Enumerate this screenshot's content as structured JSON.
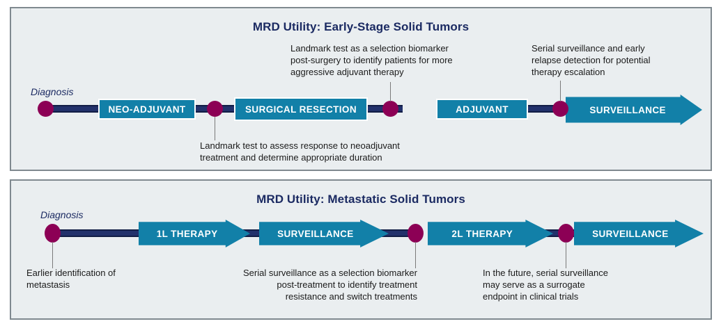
{
  "figure": {
    "colors": {
      "panel_fill": "#eaeef0",
      "panel_border": "#7f898f",
      "title_navy": "#1b2a62",
      "stage_teal": "#1280a8",
      "dot_magenta": "#8c0055",
      "connector_navy": "#22316b",
      "leader_gray": "#7a7a7a",
      "page_background": "#ffffff"
    }
  },
  "panels": [
    {
      "id": "early-stage",
      "title": "MRD Utility: Early-Stage Solid Tumors",
      "diagnosis_label": "Diagnosis",
      "stages": [
        {
          "label": "NEO-ADJUVANT",
          "shape": "rect"
        },
        {
          "label": "SURGICAL RESECTION",
          "shape": "rect"
        },
        {
          "label": "ADJUVANT",
          "shape": "rect"
        },
        {
          "label": "SURVEILLANCE",
          "shape": "arrow"
        }
      ],
      "callouts": [
        {
          "id": "post-surgery-biomarker",
          "align": "left",
          "lines": [
            "Landmark test as a selection biomarker",
            "post-surgery to identify patients for more",
            "aggressive adjuvant therapy"
          ]
        },
        {
          "id": "serial-surveillance-relapse",
          "align": "left",
          "lines": [
            "Serial surveillance and early",
            "relapse detection for potential",
            "therapy escalation"
          ]
        },
        {
          "id": "neoadjuvant-response",
          "align": "left",
          "lines": [
            "Landmark test to assess response to neoadjuvant",
            "treatment and determine appropriate duration"
          ]
        }
      ]
    },
    {
      "id": "metastatic",
      "title": "MRD Utility: Metastatic Solid Tumors",
      "diagnosis_label": "Diagnosis",
      "stages": [
        {
          "label": "1L THERAPY",
          "shape": "arrow"
        },
        {
          "label": "SURVEILLANCE",
          "shape": "arrow"
        },
        {
          "label": "2L THERAPY",
          "shape": "arrow"
        },
        {
          "label": "SURVEILLANCE",
          "shape": "arrow"
        }
      ],
      "callouts": [
        {
          "id": "earlier-identification",
          "align": "left",
          "lines": [
            "Earlier identification of",
            "metastasis"
          ]
        },
        {
          "id": "serial-surveillance-selection",
          "align": "right",
          "lines": [
            "Serial surveillance as a selection biomarker",
            "post-treatment to identify treatment",
            "resistance and switch treatments"
          ]
        },
        {
          "id": "surrogate-endpoint",
          "align": "left",
          "lines": [
            "In the future, serial surveillance",
            "may serve as a surrogate",
            "endpoint in clinical trials"
          ]
        }
      ]
    }
  ]
}
